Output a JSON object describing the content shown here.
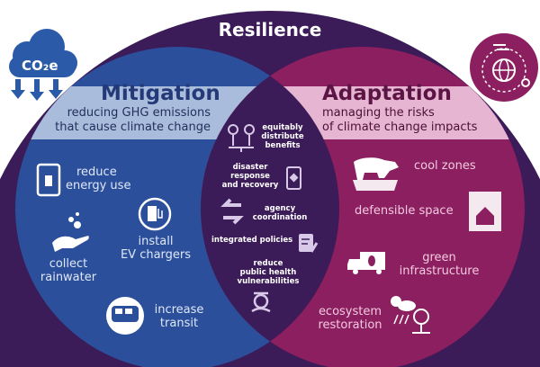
{
  "title": "Resilience",
  "colors": {
    "mitigation": "#2b4f9a",
    "adaptation": "#8c1f5f",
    "resilience": "#3b1b58",
    "mitigation_band": "#a9bcdc",
    "adaptation_band": "#e6b5d1"
  },
  "mitigation": {
    "heading": "Mitigation",
    "subtitle_line1": "reducing GHG emissions",
    "subtitle_line2": "that cause climate change",
    "badge": "CO₂e",
    "items": [
      {
        "line1": "reduce",
        "line2": "energy use",
        "icon": "light-switch-icon"
      },
      {
        "line1": "install",
        "line2": "EV chargers",
        "icon": "ev-charger-icon"
      },
      {
        "line1": "collect",
        "line2": "rainwater",
        "icon": "hand-water-icon"
      },
      {
        "line1": "increase",
        "line2": "transit",
        "icon": "bus-icon"
      }
    ]
  },
  "adaptation": {
    "heading": "Adaptation",
    "subtitle_line1": "managing the risks",
    "subtitle_line2": "of climate change impacts",
    "items": [
      {
        "line1": "cool zones",
        "icon": "polar-bear-icon"
      },
      {
        "line1": "defensible space",
        "icon": "wildfire-house-icon"
      },
      {
        "line1": "green",
        "line2": "infrastructure",
        "icon": "green-truck-icon"
      },
      {
        "line1": "ecosystem",
        "line2": "restoration",
        "icon": "weather-tree-icon"
      }
    ]
  },
  "shared": {
    "items": [
      {
        "lines": [
          "equitably",
          "distribute",
          "benefits"
        ],
        "icon": "balance-people-icon"
      },
      {
        "lines": [
          "disaster",
          "response",
          "and recovery"
        ],
        "icon": "clipboard-icon"
      },
      {
        "lines": [
          "agency",
          "coordination"
        ],
        "icon": "arrows-exchange-icon"
      },
      {
        "lines": [
          "integrated policies"
        ],
        "icon": "document-pen-icon"
      },
      {
        "lines": [
          "reduce",
          "public health",
          "vulnerabilities"
        ],
        "icon": "hand-health-icon"
      }
    ]
  }
}
